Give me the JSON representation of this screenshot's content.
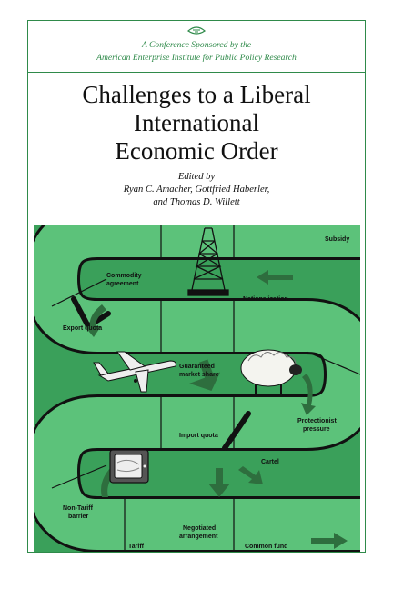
{
  "sponsor": {
    "line1": "A Conference Sponsored by the",
    "line2": "American Enterprise Institute for Public Policy Research",
    "logo_icon": "aei-logo-icon"
  },
  "title": {
    "line1": "Challenges to a Liberal",
    "line2": "International",
    "line3": "Economic Order"
  },
  "editors": {
    "line1": "Edited by",
    "line2": "Ryan C. Amacher, Gottfried Haberler,",
    "line3": "and Thomas D. Willett"
  },
  "board": {
    "labels": {
      "subsidy": "Subsidy",
      "commodity1": "Commodity",
      "commodity2": "agreement",
      "nationalization": "Nationalization",
      "export_quota": "Export quota",
      "guaranteed1": "Guaranteed",
      "guaranteed2": "market share",
      "protectionist1": "Protectionist",
      "protectionist2": "pressure",
      "import_quota": "Import quota",
      "cartel": "Cartel",
      "non_tariff1": "Non-Tariff",
      "non_tariff2": "barrier",
      "negotiated1": "Negotiated",
      "negotiated2": "arrangement",
      "tariff": "Tariff",
      "common_fund": "Common fund"
    },
    "icons": [
      "oil-derrick-icon",
      "airplane-icon",
      "sheep-icon",
      "television-icon"
    ],
    "colors": {
      "board_green": "#3aa05a",
      "path_green": "#5cc27a",
      "dark": "#111111",
      "arrow": "#2e6e3e"
    }
  }
}
